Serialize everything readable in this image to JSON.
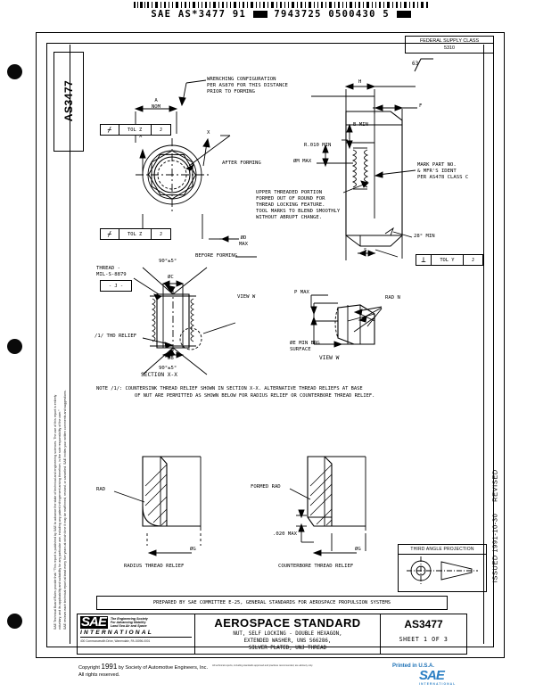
{
  "barcode": {
    "text": "SAE AS*3477 91",
    "numbers": "7943725 0500430 5"
  },
  "header": {
    "federal_supply_class_label": "FEDERAL SUPPLY CLASS",
    "federal_supply_class_value": "5310",
    "tab_label": "AS3477"
  },
  "side": {
    "issued": "ISSUED 1991-10-30",
    "revised": "REVISED",
    "disclaimer_lines": [
      "SAE Technical Board Rules provide that: \"This report is published by SAE to advance the state of technical and engineering sciences. The use of this report is entirely",
      "voluntary, and its applicability and suitability for any particular use, including any patent infringement arising therefrom, is the sole responsibility of the user.\"",
      "SAE reviews each technical report at least every five years at which time it may be reaffirmed, revised, or cancelled. SAE invites your written comments and suggestions."
    ]
  },
  "callouts": {
    "wrenching": "WRENCHING CONFIGURATION\nPER AS870 FOR THIS DISTANCE\nPRIOR TO FORMING",
    "upper_thread": "UPPER THREADED PORTION\nFORMED OUT OF ROUND FOR\nTHREAD LOCKING FEATURE.\nTOOL MARKS TO BLEND SMOOTHLY\nWITHOUT ABRUPT CHANGE.",
    "mark_part": "MARK PART NO.\n& MFR'S IDENT\nPER AS478 CLASS C",
    "after_forming": "AFTER FORMING",
    "before_forming": "BEFORE FORMING",
    "thread_spec": "THREAD -\nMIL-S-8879",
    "thd_relief": "/1/ THD RELIEF",
    "section_xx": "SECTION X-X",
    "view_w_label": "VIEW W",
    "view_w_title": "VIEW W",
    "brg_surface": "ØE MIN BRG\nSURFACE",
    "rad_n": "RAD N",
    "p_max": "P MAX",
    "rad": "RAD",
    "formed_rad": "FORMED RAD",
    "max_020": ".020 MAX",
    "radius_thread_relief": "RADIUS THREAD RELIEF",
    "counterbore_thread_relief": "COUNTERBORE THREAD RELIEF"
  },
  "dimensions": {
    "a_nom": "A\nNOM",
    "dia_d_max": "ØD\nMAX",
    "r010_min": "R.010 MIN",
    "b_min": "B MIN",
    "dm_max": "ØM MAX",
    "h": "H",
    "f": "F",
    "s": "S",
    "deg28_min": "28° MIN",
    "finish_63": "63",
    "angle_top": "90°±5°",
    "angle_bot": "90°±5°",
    "dia_c": "ØC",
    "dia_b": "ØB",
    "dia_g_left": "ØG",
    "dia_g_right": "ØG",
    "datum_j": "- J -",
    "x_left": "X",
    "x_right": "X",
    "y_label": "Y"
  },
  "fcf": {
    "tol_z_top": {
      "symbol": "⌿",
      "tol": "TOL Z",
      "datum": "J"
    },
    "tol_z_bottom": {
      "symbol": "⌿",
      "tol": "TOL Z",
      "datum": "J"
    },
    "tol_y": {
      "symbol": "⊥",
      "tol": "TOL Y",
      "datum": "J"
    }
  },
  "note": {
    "line1": "NOTE /1/:  COUNTERSINK THREAD RELIEF SHOWN IN SECTION X-X.  ALTERNATIVE THREAD RELIEFS AT BASE",
    "line2": "OF NUT ARE PERMITTED AS SHOWN BELOW FOR RADIUS RELIEF OR COUNTERBORE THREAD RELIEF."
  },
  "third_angle": {
    "label": "THIRD ANGLE PROJECTION"
  },
  "prepared_by": "PREPARED BY SAE COMMITTEE E-25, GENERAL STANDARDS FOR AEROSPACE PROPULSION SYSTEMS",
  "title_block": {
    "sae_word": "SAE",
    "sae_tagline": "The Engineering Society\nFor Advancing Mobility\nLand Sea Air and Space",
    "sae_international": "INTERNATIONAL",
    "sae_address": "400 Commonwealth Drive, Warrendale, PA 15096-0001",
    "standard_title": "AEROSPACE STANDARD",
    "part_description": "NUT, SELF LOCKING - DOUBLE HEXAGON,\nEXTENDED WASHER, UNS S66286,\nSILVER PLATED, UNJ THREAD",
    "document_number": "AS3477",
    "sheet": "SHEET 1 OF 3"
  },
  "footer": {
    "copyright_prefix": "Copyright",
    "copyright_year": "1991",
    "copyright_suffix": "by Society of Automotive Engineers, Inc.",
    "rights": "All rights reserved.",
    "fine_print": "All technical reports, including standards approved and practices recommended, are advisory only.",
    "printed": "Printed in U.S.A.",
    "blue_sae": "SAE",
    "blue_intl": "INTERNATIONAL"
  }
}
